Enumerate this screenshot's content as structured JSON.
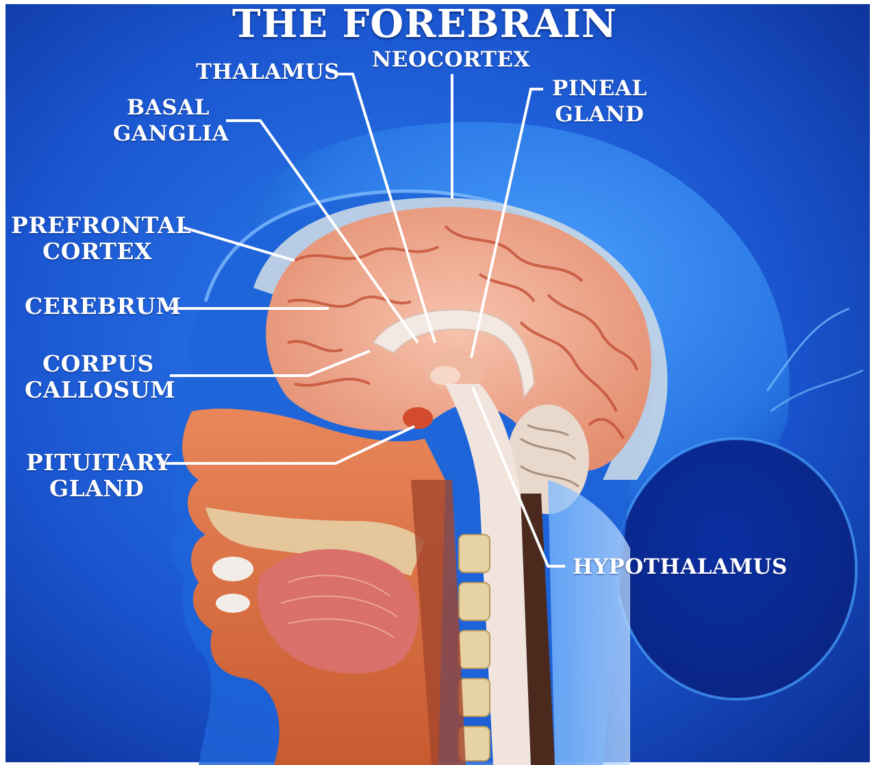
{
  "title": "THE FOREBRAIN",
  "colors": {
    "background": "#1a5ed8",
    "hair": "#3a8ff0",
    "brain": "#f2a98f",
    "brain_fold": "#c9573c",
    "skin": "#e0774a",
    "label": "#ffffff",
    "leader_line": "#ffffff"
  },
  "labels": {
    "neocortex": [
      "NEOCORTEX"
    ],
    "thalamus": [
      "THALAMUS"
    ],
    "pineal_gland": [
      "PINEAL",
      "GLAND"
    ],
    "basal_ganglia": [
      "BASAL",
      "GANGLIA"
    ],
    "prefrontal_cortex": [
      "PREFRONTAL",
      "CORTEX"
    ],
    "cerebrum": [
      "CEREBRUM"
    ],
    "corpus_callosum": [
      "CORPUS",
      "CALLOSUM"
    ],
    "pituitary_gland": [
      "PITUITARY",
      "GLAND"
    ],
    "hypothalamus": [
      "HYPOTHALAMUS"
    ]
  }
}
